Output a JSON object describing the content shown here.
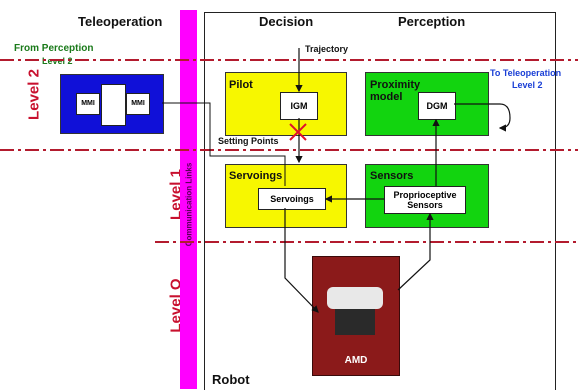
{
  "headers": {
    "teleoperation": "Teleoperation",
    "decision": "Decision",
    "perception": "Perception"
  },
  "levels": {
    "level2": "Level 2",
    "level1": "Level 1",
    "level0": "Level O"
  },
  "comm_bar": "Communication Links",
  "labels": {
    "from_perception": "From Perception",
    "from_perception_level": "Level 2",
    "to_teleoperation": "To Teleoperation",
    "to_teleoperation_level": "Level 2",
    "trajectory": "Trajectory",
    "setting_points": "Setting Points",
    "robot": "Robot"
  },
  "blocks": {
    "teleop": {
      "left": "MMI",
      "right": "MMI"
    },
    "pilot": {
      "title": "Pilot",
      "inner": "IGM"
    },
    "proximity": {
      "title": "Proximity model",
      "inner": "DGM"
    },
    "servoings": {
      "title": "Servoings",
      "inner": "Servoings"
    },
    "sensors": {
      "title": "Sensors",
      "inner": "Proprioceptive Sensors"
    },
    "robot_img": {
      "label": "AMD"
    }
  },
  "colors": {
    "yellow": "#f7f700",
    "green": "#12d40f",
    "blue": "#1010d8",
    "magenta": "#ff00ff",
    "dashed": "#b31b2e",
    "level_text": "#c8102e"
  }
}
